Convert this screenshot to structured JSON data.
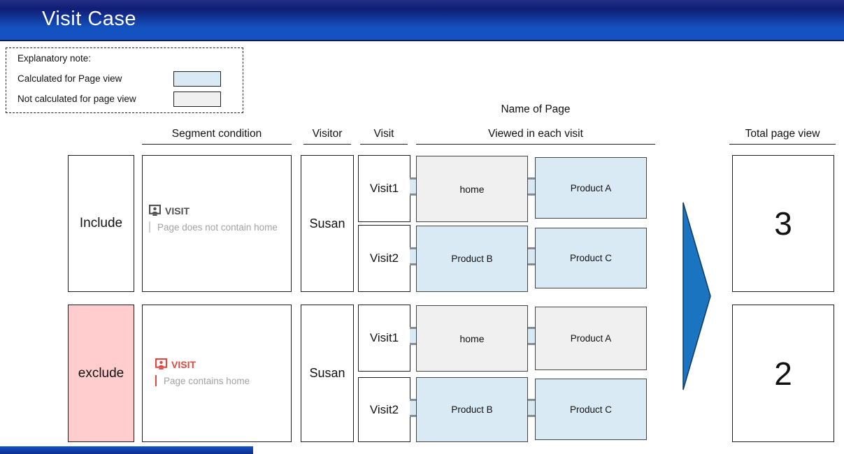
{
  "header": {
    "title": "Visit Case"
  },
  "legend": {
    "title": "Explanatory note:",
    "items": [
      {
        "label": "Calculated for Page view",
        "color": "#daeaf5"
      },
      {
        "label": "Not calculated for page view",
        "color": "#f0f0f0"
      }
    ]
  },
  "columns": {
    "name_of_page": "Name of Page",
    "segment_condition": "Segment condition",
    "visitor": "Visitor",
    "visit": "Visit",
    "viewed_in_each_visit": "Viewed in each visit",
    "total_page_view": "Total page view"
  },
  "rows": [
    {
      "mode": "Include",
      "segment": {
        "tool": "VISIT",
        "condition": "Page does not contain home"
      },
      "visitor": "Susan",
      "visits": [
        {
          "label": "Visit1",
          "pages": [
            {
              "name": "home",
              "calculated": "no"
            },
            {
              "name": "Product A",
              "calculated": "yes"
            }
          ]
        },
        {
          "label": "Visit2",
          "pages": [
            {
              "name": "Product B",
              "calculated": "yes"
            },
            {
              "name": "Product C",
              "calculated": "yes"
            }
          ]
        }
      ],
      "total": "3"
    },
    {
      "mode": "exclude",
      "segment": {
        "tool": "VISIT",
        "condition": "Page contains home"
      },
      "visitor": "Susan",
      "visits": [
        {
          "label": "Visit1",
          "pages": [
            {
              "name": "home",
              "calculated": "no"
            },
            {
              "name": "Product A",
              "calculated": "no"
            }
          ]
        },
        {
          "label": "Visit2",
          "pages": [
            {
              "name": "Product B",
              "calculated": "yes"
            },
            {
              "name": "Product C",
              "calculated": "yes"
            }
          ]
        }
      ],
      "total": "2"
    }
  ],
  "colors": {
    "header_blue_top": "#10207c",
    "header_blue_bottom": "#1553c5",
    "calculated_fill": "#daeaf5",
    "not_calculated_fill": "#f0f0f0",
    "exclude_fill": "#ffcdcd",
    "arrow_blue": "#1b74bf",
    "visit_red": "#e2483d",
    "visit_gray": "#4f4f4f"
  }
}
